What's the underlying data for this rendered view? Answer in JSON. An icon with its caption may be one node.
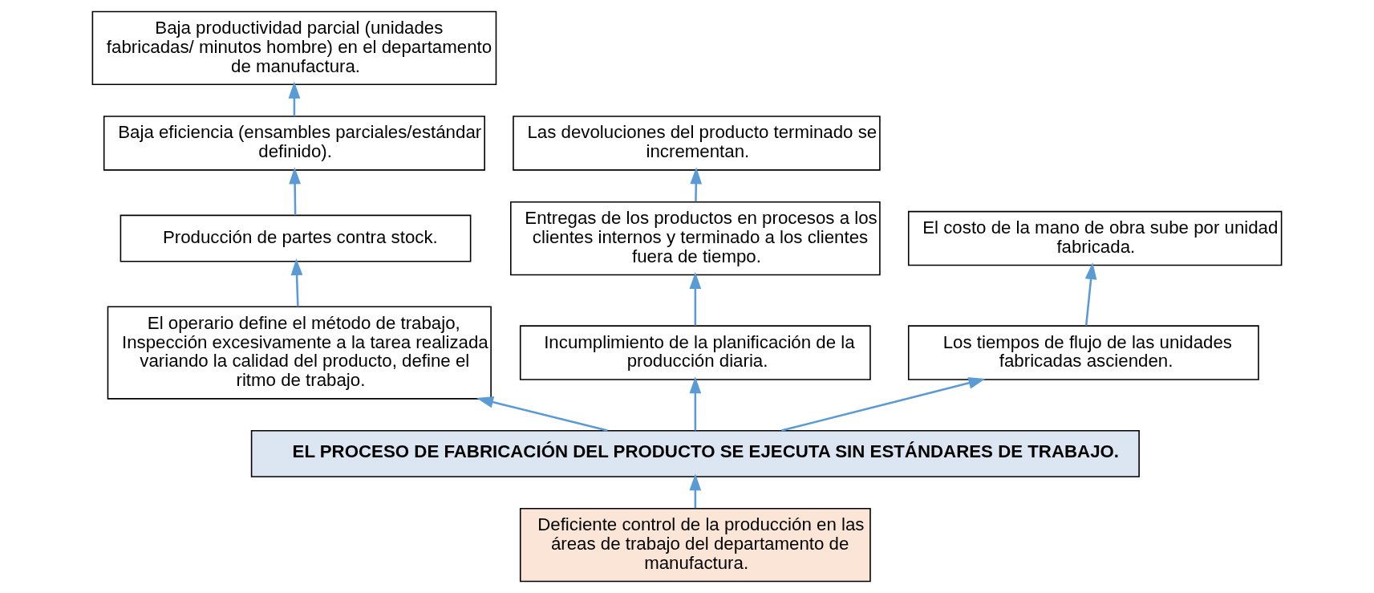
{
  "diagram": {
    "nodes": [
      {
        "text": [
          "Baja productividad parcial (unidades fabricadas/ minutos hombre) en el departamento de manufactura."
        ]
      },
      {
        "text": [
          "Baja eficiencia (ensambles parciales/estándar definido)."
        ]
      },
      {
        "text": [
          "Las devoluciones del producto terminado se incrementan."
        ]
      },
      {
        "text": [
          "Producción de partes contra stock."
        ]
      },
      {
        "text": [
          "Entregas de los productos en procesos a los clientes internos y terminado a los clientes fuera de tiempo."
        ]
      },
      {
        "text": [
          "El costo de la mano de obra sube por unidad fabricada."
        ]
      },
      {
        "text": [
          "El operario define el método de trabajo, Inspección excesivamente a la tarea realizada variando la calidad del producto, define el ritmo de trabajo."
        ]
      },
      {
        "text": [
          "Incumplimiento de la planificación de la producción diaria."
        ]
      },
      {
        "text": [
          "Los tiempos de flujo de las unidades fabricadas ascienden."
        ]
      },
      {
        "text": [
          "EL PROCESO DE FABRICACIÓN DEL PRODUCTO SE EJECUTA SIN ESTÁNDARES DE TRABAJO."
        ]
      },
      {
        "text": [
          "Deficiente control de la producción en las áreas de trabajo del departamento de manufactura."
        ]
      }
    ],
    "edges": [
      {
        "from": 10,
        "to": 9,
        "arrow": "to"
      },
      {
        "from": 9,
        "to": 6,
        "arrow": "to"
      },
      {
        "from": 9,
        "to": 7,
        "arrow": "to"
      },
      {
        "from": 9,
        "to": 8,
        "arrow": "to"
      },
      {
        "from": 6,
        "to": 3,
        "arrow": "to"
      },
      {
        "from": 3,
        "to": 1,
        "arrow": "to"
      },
      {
        "from": 1,
        "to": 0,
        "arrow": "to"
      },
      {
        "from": 7,
        "to": 4,
        "arrow": "to"
      },
      {
        "from": 4,
        "to": 2,
        "arrow": "to"
      },
      {
        "from": 8,
        "to": 5,
        "arrow": "to"
      }
    ]
  }
}
